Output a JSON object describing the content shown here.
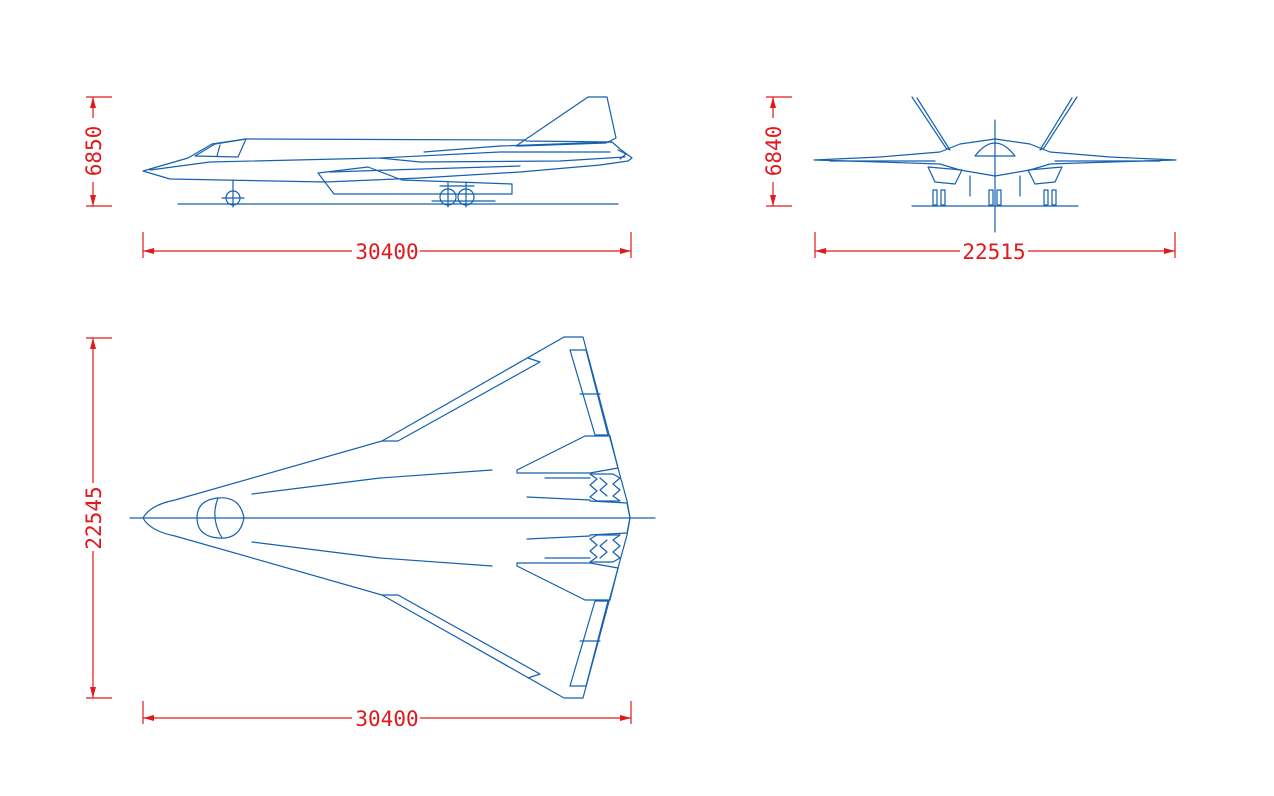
{
  "dimensions": {
    "side_height": "6850",
    "side_length": "30400",
    "front_height": "6840",
    "front_span": "22515",
    "top_span": "22545",
    "top_length": "30400"
  },
  "colors": {
    "linework": "#1560b0",
    "dimensions": "#e0191c",
    "background": "#ffffff"
  }
}
